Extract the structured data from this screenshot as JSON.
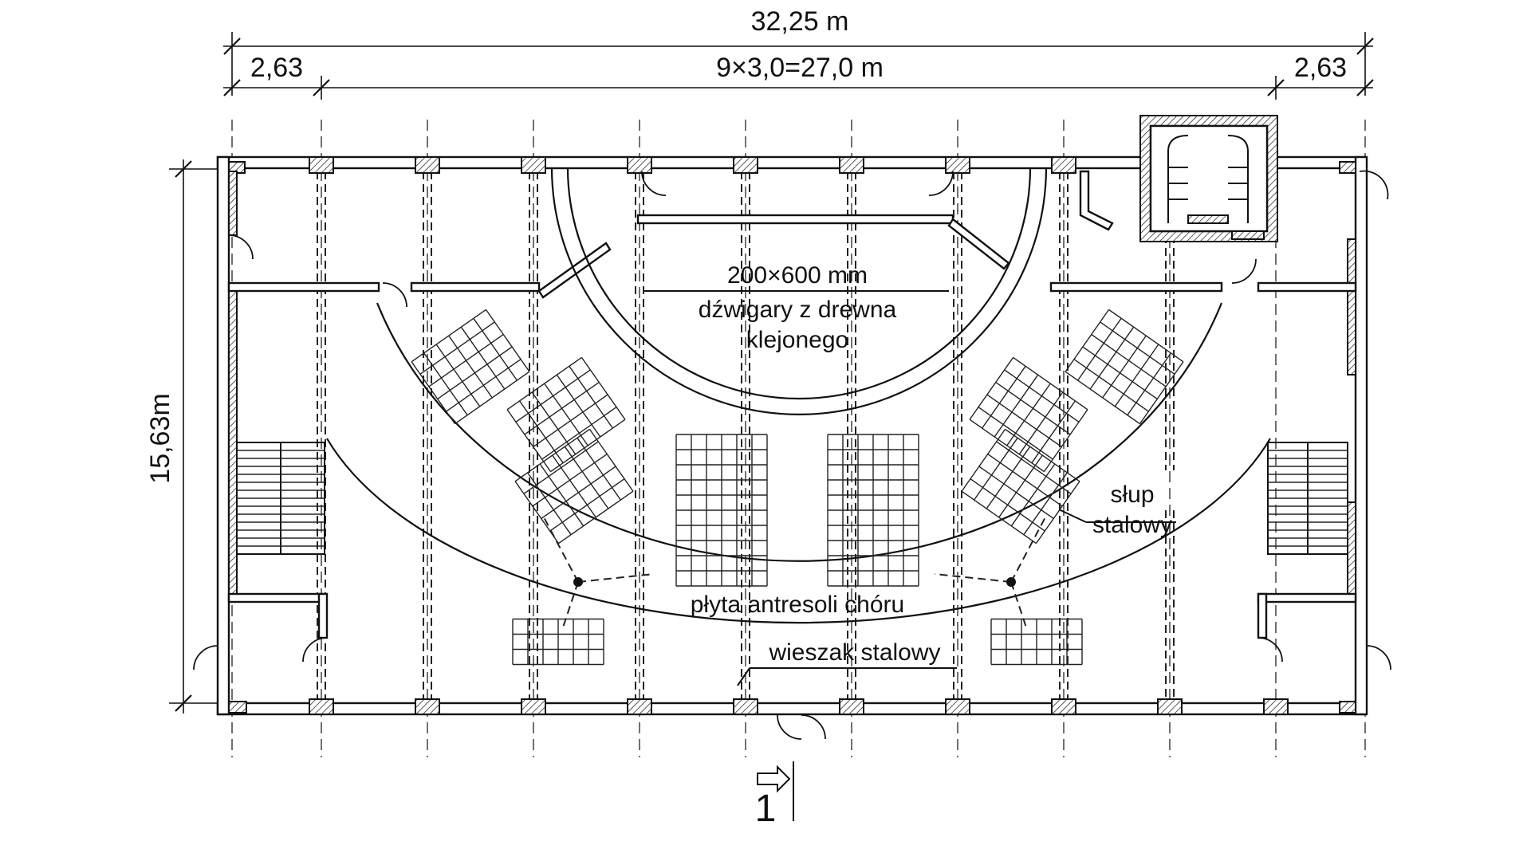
{
  "dimensions": {
    "total_width": "32,25 m",
    "left_bay": "2,63",
    "span": "9×3,0=27,0 m",
    "right_bay": "2,63",
    "depth": "15,63m"
  },
  "labels": {
    "beams_size": "200×600 mm",
    "beams_line1": "dźwigary z drewna",
    "beams_line2": "klejonego",
    "column_line1": "słup",
    "column_line2": "stalowy",
    "mezzanine": "płyta antresoli chóru",
    "hanger": "wieszak stalowy"
  },
  "section_marker": "1"
}
